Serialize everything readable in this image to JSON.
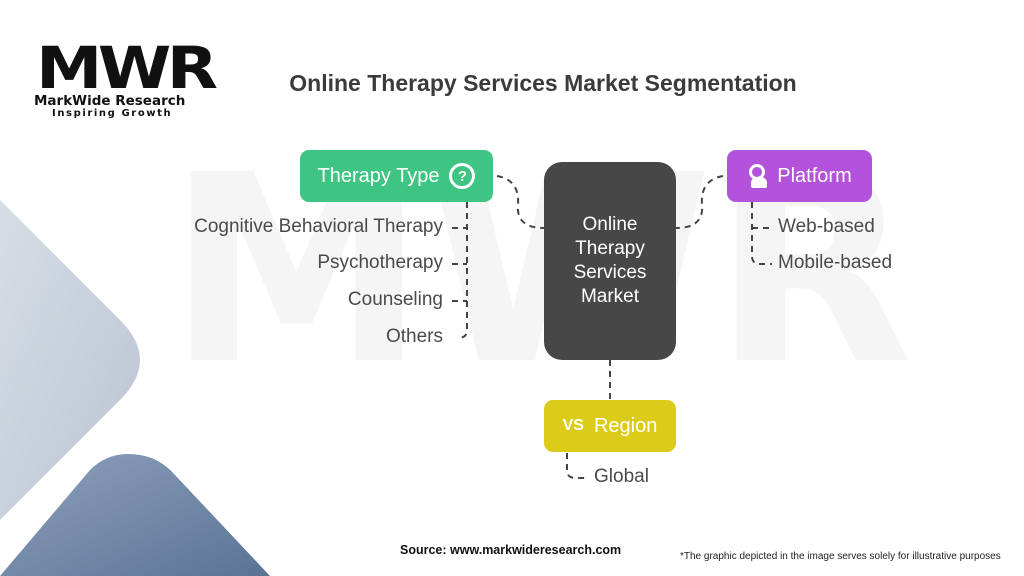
{
  "brand": {
    "logo_mark": "MWR",
    "name": "MarkWide Research",
    "tagline": "Inspiring Growth"
  },
  "title": "Online Therapy Services Market Segmentation",
  "center": {
    "label_lines": [
      "Online",
      "Therapy",
      "Services",
      "Market"
    ]
  },
  "segments": [
    {
      "label": "Therapy Type",
      "icon": "head-question-icon",
      "color": "#3ec583",
      "items": [
        "Cognitive Behavioral Therapy",
        "Psychotherapy",
        "Counseling",
        "Others"
      ]
    },
    {
      "label": "Platform",
      "icon": "head-search-icon",
      "color": "#b353db",
      "items": [
        "Web-based",
        "Mobile-based"
      ]
    },
    {
      "label": "Region",
      "icon": "vs-icon",
      "color": "#dccb18",
      "items": [
        "Global"
      ]
    }
  ],
  "footer": {
    "source": "Source: www.markwideresearch.com",
    "note": "*The graphic depicted in the image serves solely for illustrative purposes"
  }
}
